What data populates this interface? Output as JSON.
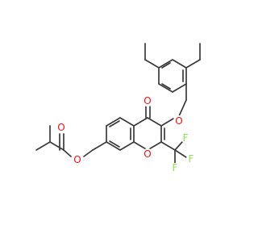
{
  "molecule": {
    "atoms": [
      {
        "id": "o_carbonyl",
        "symbol": "O",
        "color": "#ff0d0d"
      },
      {
        "id": "o_aryl_ether",
        "symbol": "O",
        "color": "#ff0d0d"
      },
      {
        "id": "o_ring",
        "symbol": "O",
        "color": "#ff0d0d"
      },
      {
        "id": "o_ester_ether",
        "symbol": "O",
        "color": "#ff0d0d"
      },
      {
        "id": "o_ester_carbonyl",
        "symbol": "O",
        "color": "#ff0d0d"
      },
      {
        "id": "f_top",
        "symbol": "F",
        "color": "#90e050"
      },
      {
        "id": "f_right",
        "symbol": "F",
        "color": "#90e050"
      },
      {
        "id": "f_bottom",
        "symbol": "F",
        "color": "#90e050"
      }
    ],
    "bond_color": "#3a3a3a"
  }
}
